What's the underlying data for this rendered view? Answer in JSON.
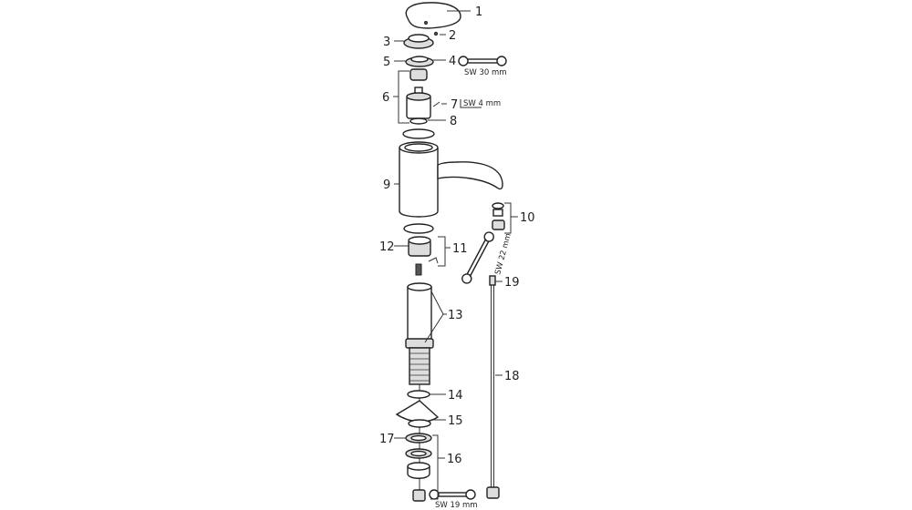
{
  "diagram": {
    "part_numbers": [
      "1",
      "2",
      "3",
      "4",
      "5",
      "6",
      "7",
      "8",
      "9",
      "10",
      "11",
      "12",
      "13",
      "14",
      "15",
      "16",
      "17",
      "18",
      "19"
    ],
    "tool_labels": {
      "wrench_30": "SW 30 mm",
      "hex_key_4": "SW 4 mm",
      "wrench_22": "SW 22 mm",
      "wrench_19": "SW 19 mm"
    }
  }
}
